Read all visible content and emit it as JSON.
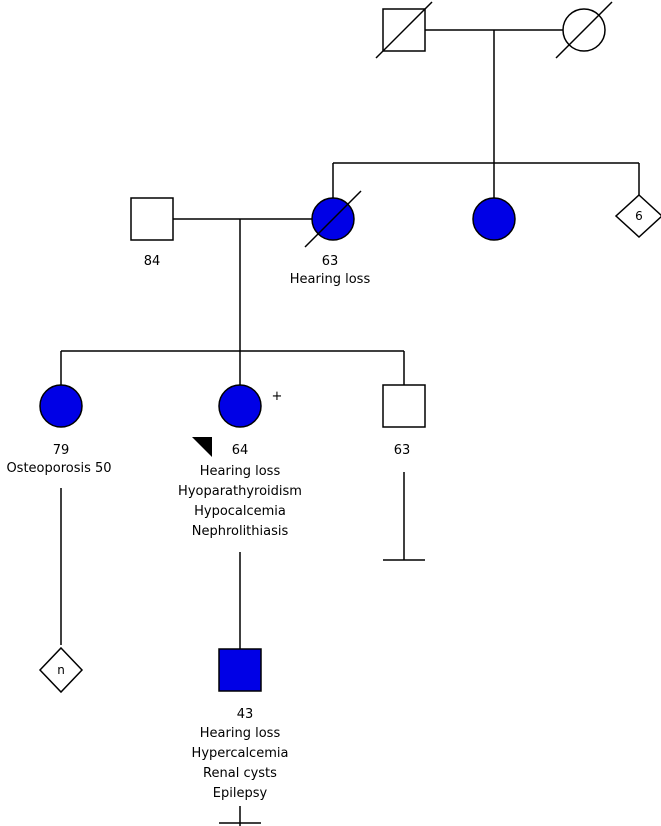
{
  "colors": {
    "affected": "#0000e6",
    "unaffected": "#ffffff",
    "line": "#000000"
  },
  "individuals": {
    "grandfather": {
      "affected": false,
      "deceased": true,
      "sex": "male"
    },
    "grandmother": {
      "affected": false,
      "deceased": true,
      "sex": "female"
    },
    "father": {
      "age": "84",
      "affected": false,
      "sex": "male"
    },
    "mother": {
      "age": "63",
      "condition": "Hearing loss",
      "affected": true,
      "deceased": true,
      "sex": "female"
    },
    "aunt": {
      "affected": true,
      "sex": "female"
    },
    "other_siblings": {
      "count": "6",
      "sex": "unknown"
    },
    "sister": {
      "age": "79",
      "condition": "Osteoporosis 50",
      "affected": true,
      "sex": "female"
    },
    "proband": {
      "age": "64",
      "marker": "+",
      "conditions": [
        "Hearing loss",
        "Hyoparathyroidism",
        "Hypocalcemia",
        "Nephrolithiasis"
      ],
      "affected": true,
      "sex": "female"
    },
    "brother": {
      "age": "63",
      "affected": false,
      "sex": "male"
    },
    "sister_children": {
      "count": "n",
      "sex": "unknown"
    },
    "son": {
      "age": "43",
      "conditions": [
        "Hearing loss",
        "Hypercalcemia",
        "Renal cysts",
        "Epilepsy"
      ],
      "affected": true,
      "sex": "male"
    }
  }
}
